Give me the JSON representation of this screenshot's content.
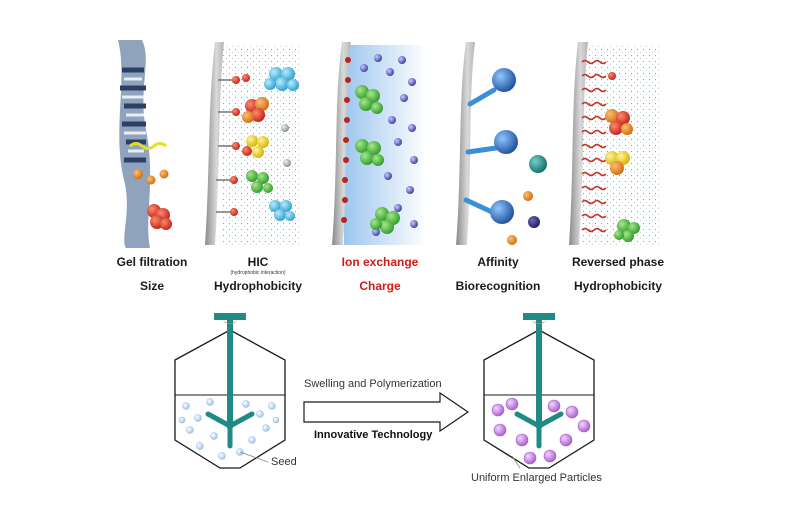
{
  "columns": [
    {
      "method": "Gel filtration",
      "note": "",
      "property": "Size",
      "highlight": false
    },
    {
      "method": "HIC",
      "note": "(hydrophobic interaction)",
      "property": "Hydrophobicity",
      "highlight": false
    },
    {
      "method": "Ion exchange",
      "note": "",
      "property": "Charge",
      "highlight": true
    },
    {
      "method": "Affinity",
      "note": "",
      "property": "Biorecognition",
      "highlight": false
    },
    {
      "method": "Reversed phase",
      "note": "",
      "property": "Hydrophobicity",
      "highlight": false
    }
  ],
  "process": {
    "arrow_top_label": "Swelling and Polymerization",
    "arrow_bottom_label": "Innovative Technology",
    "left_label": "Seed",
    "right_label": "Uniform Enlarged Particles"
  },
  "colors": {
    "highlight_text": "#d11a1a",
    "stirrer": "#1f8a86",
    "stirrer_knob": "#e07a1f",
    "seed_particle": "#cfe3f5",
    "enlarged_particle": "#c98be0",
    "ion_gradient": "#9cc6ee"
  }
}
